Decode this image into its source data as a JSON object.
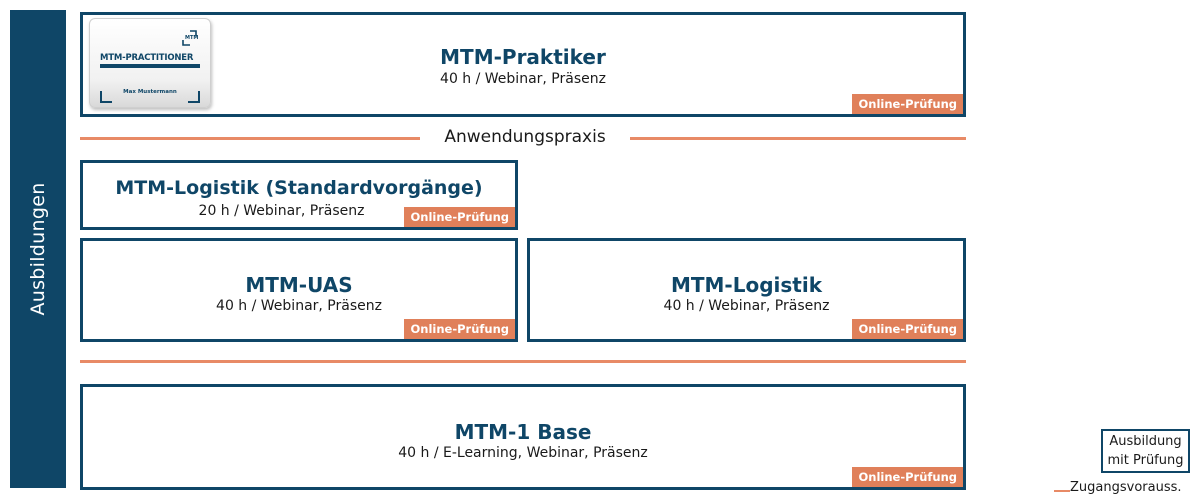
{
  "sidebar": {
    "label": "Ausbildungen"
  },
  "colors": {
    "primary": "#0f4667",
    "accent": "#e0805a",
    "line": "#e88a66"
  },
  "certificate": {
    "title": "MTM-PRACTITIONER",
    "name": "Max Mustermann",
    "logo": "MTM"
  },
  "separator": {
    "label": "Anwendungspraxis"
  },
  "courses": {
    "praktiker": {
      "title": "MTM-Praktiker",
      "sub": "40 h / Webinar, Präsenz",
      "badge": "Online-Prüfung"
    },
    "logistik_standard": {
      "title": "MTM-Logistik (Standardvorgänge)",
      "sub": "20 h / Webinar, Präsenz",
      "badge": "Online-Prüfung"
    },
    "uas": {
      "title": "MTM-UAS",
      "sub": "40 h / Webinar, Präsenz",
      "badge": "Online-Prüfung"
    },
    "logistik": {
      "title": "MTM-Logistik",
      "sub": "40 h / Webinar, Präsenz",
      "badge": "Online-Prüfung"
    },
    "base": {
      "title": "MTM-1 Base",
      "sub": "40 h / E-Learning, Webinar, Präsenz",
      "badge": "Online-Prüfung"
    }
  },
  "legend": {
    "box_line1": "Ausbildung",
    "box_line2": "mit Prüfung",
    "line_label": "Zugangsvorauss."
  }
}
